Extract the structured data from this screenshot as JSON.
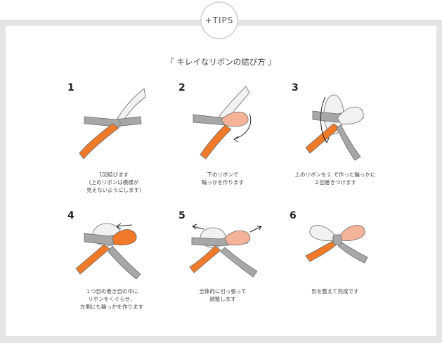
{
  "badge": "+TIPS",
  "title": "『 キレイなリボンの結び方 』",
  "colors": {
    "orange": "#f07a2a",
    "gray": "#a7a7a7",
    "light": "#f1f1f1",
    "pink": "#f5b39a",
    "outline": "#6b6b6b"
  },
  "steps": [
    {
      "num": "1",
      "lines": [
        "1回結びます",
        "(上のリボンは模様が",
        "見えないようにします)"
      ]
    },
    {
      "num": "2",
      "lines": [
        "下のリボンで",
        "輪っかを作ります"
      ]
    },
    {
      "num": "3",
      "lines": [
        "上のリボンを２.で作った輪っかに",
        "２回巻きつけます"
      ]
    },
    {
      "num": "4",
      "lines": [
        "１つ目の巻き目の中に",
        "リボンをくぐらせ、",
        "左側にも輪っかを作ります"
      ]
    },
    {
      "num": "5",
      "lines": [
        "全体的に引っ張って",
        "調整します"
      ]
    },
    {
      "num": "6",
      "lines": [
        "形を整えて完成です"
      ]
    }
  ]
}
